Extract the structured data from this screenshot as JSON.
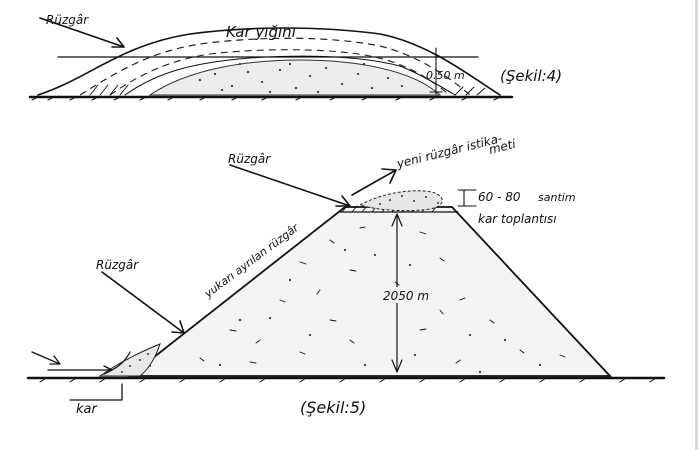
{
  "figure4": {
    "wind_label": "Rüzgâr",
    "snow_pile_label": "Kar yığını",
    "depth_label": "0.50 m",
    "caption": "(Şekil:4)"
  },
  "figure5": {
    "wind_top_label": "Rüzgâr",
    "new_wind_direction_line1": "yeni rüzgâr istika-",
    "new_wind_direction_line2": "meti",
    "drift_depth_label": "60 - 80",
    "drift_unit_label": "santim",
    "drift_label": "kar toplantısı",
    "upward_flow_label": "yukarı ayrılan rüzgâr",
    "wind_side_label": "Rüzgâr",
    "height_label": "2050 m",
    "snow_label": "kar",
    "caption": "(Şekil:5)"
  }
}
